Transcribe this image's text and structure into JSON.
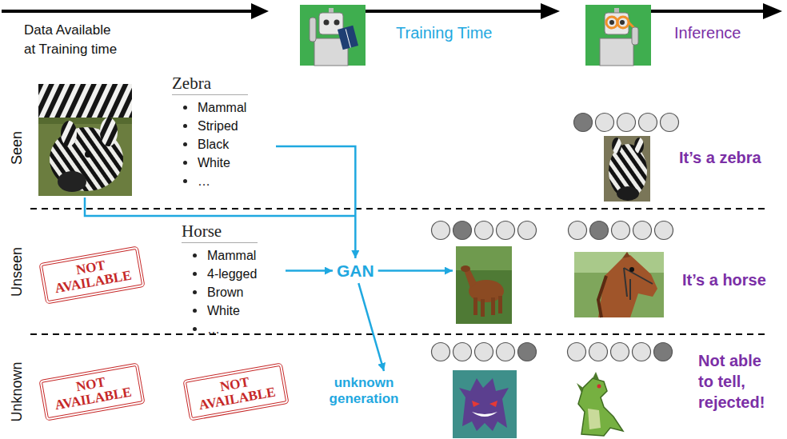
{
  "diagram": {
    "nodes": [
      {
        "text": [
          "Zebra",
          "Mammal",
          "Striped",
          "Black",
          "White",
          "…"
        ]
      },
      {
        "text": [
          "NOT AVAILABLE"
        ]
      },
      {
        "text": [
          "Horse",
          "Mammal",
          "4-legged",
          "Brown",
          "White",
          "…"
        ]
      },
      {
        "text": [
          "GAN"
        ]
      },
      {
        "text": [
          "NOT AVAILABLE"
        ]
      },
      {
        "text": [
          "NOT AVAILABLE"
        ]
      },
      {
        "text": [
          "unknown generation"
        ]
      }
    ],
    "edges": [
      {
        "from": 0,
        "to": 3,
        "arrow": "to"
      },
      {
        "from": 2,
        "to": 3,
        "arrow": "to"
      },
      {
        "from": 3,
        "to": 6,
        "arrow": "to"
      }
    ],
    "labels": [
      "Data Available at Training time",
      "Training Time",
      "Inference",
      "Seen",
      "Unseen",
      "Unknown",
      "It’s a zebra",
      "It’s a horse",
      "Not able to tell, rejected!"
    ]
  }
}
